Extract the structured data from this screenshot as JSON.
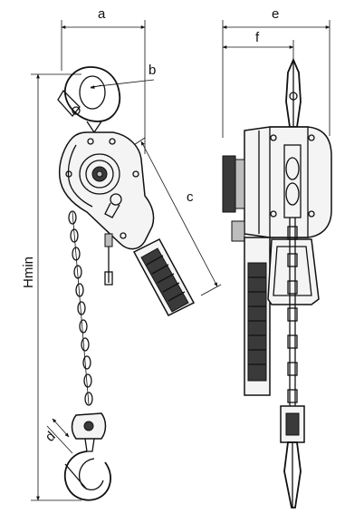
{
  "dimension_labels": {
    "a": "a",
    "b": "b",
    "c": "c",
    "d": "d",
    "e": "e",
    "f": "f",
    "hmin": "Hmin"
  }
}
